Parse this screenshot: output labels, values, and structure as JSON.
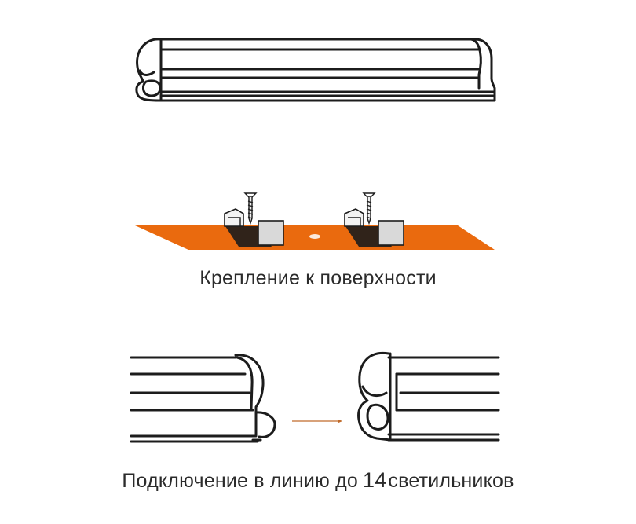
{
  "captions": {
    "mounting": "Крепление к поверхности",
    "connection_prefix": "Подключение в линию до",
    "connection_count": "14",
    "connection_suffix": "светильников"
  },
  "colors": {
    "surface": "#ea6a0e",
    "line": "#1c1c1c",
    "arrow": "#c06a2a",
    "clip": "#d9d9d9"
  },
  "icons": {
    "screw": "screw-icon",
    "clip": "mounting-clip-icon"
  }
}
